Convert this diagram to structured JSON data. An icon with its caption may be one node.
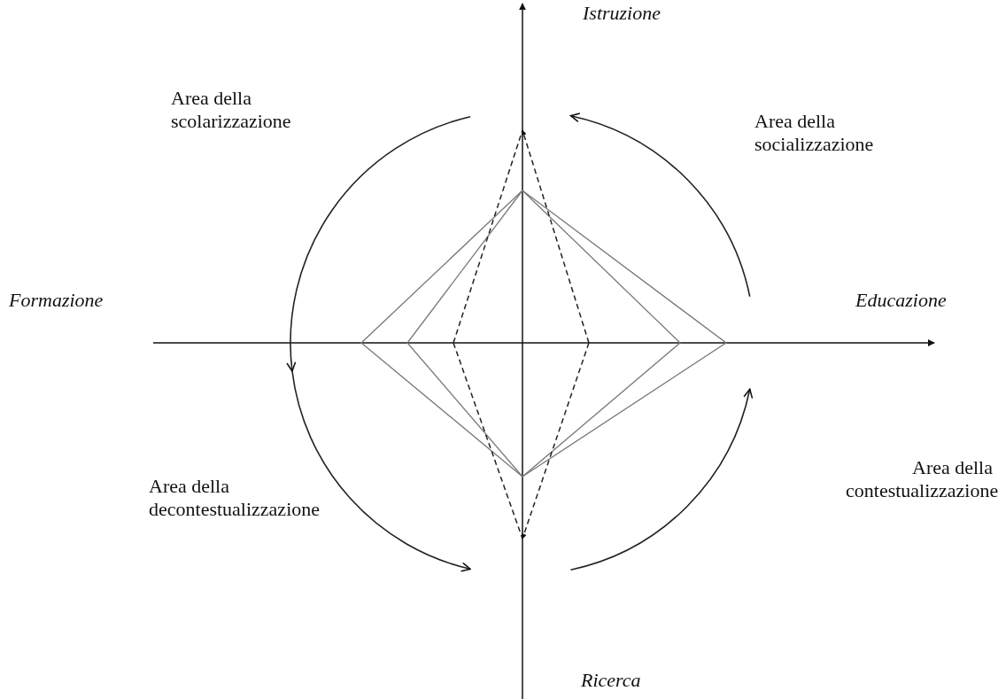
{
  "diagram": {
    "labels": [
      "Istruzione",
      "Area della scolarizzazione",
      "Area della socializzazione",
      "Formazione",
      "Educazione",
      "Area della decontestualizzazione",
      "Area della contestualizzazione",
      "Ricerca"
    ]
  }
}
